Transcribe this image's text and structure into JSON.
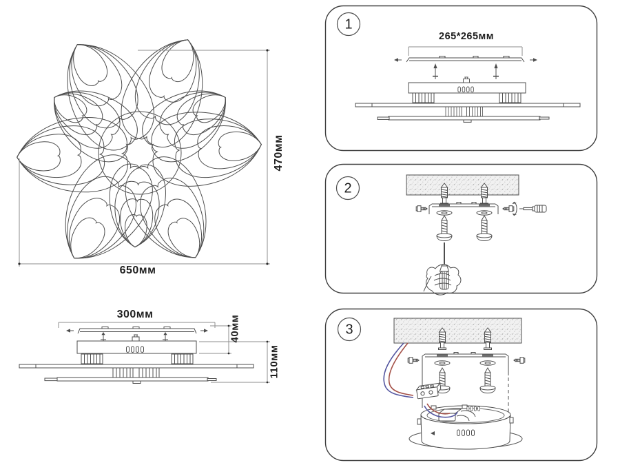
{
  "colors": {
    "background": "#ffffff",
    "line": "#4d4d4d",
    "dimension_line": "#8e8e8e",
    "text": "#1f1f1f",
    "panel_border": "#3f3f3f",
    "wire_red": "#a34f46",
    "wire_blue": "#5456a0"
  },
  "front_view": {
    "width_label": "650мм",
    "height_label": "470мм"
  },
  "side_view": {
    "width_label": "300мм",
    "bracket_height_label": "40мм",
    "total_height_label": "110мм"
  },
  "steps": [
    {
      "number": "1",
      "dimension_label": "265*265мм"
    },
    {
      "number": "2"
    },
    {
      "number": "3"
    }
  ]
}
